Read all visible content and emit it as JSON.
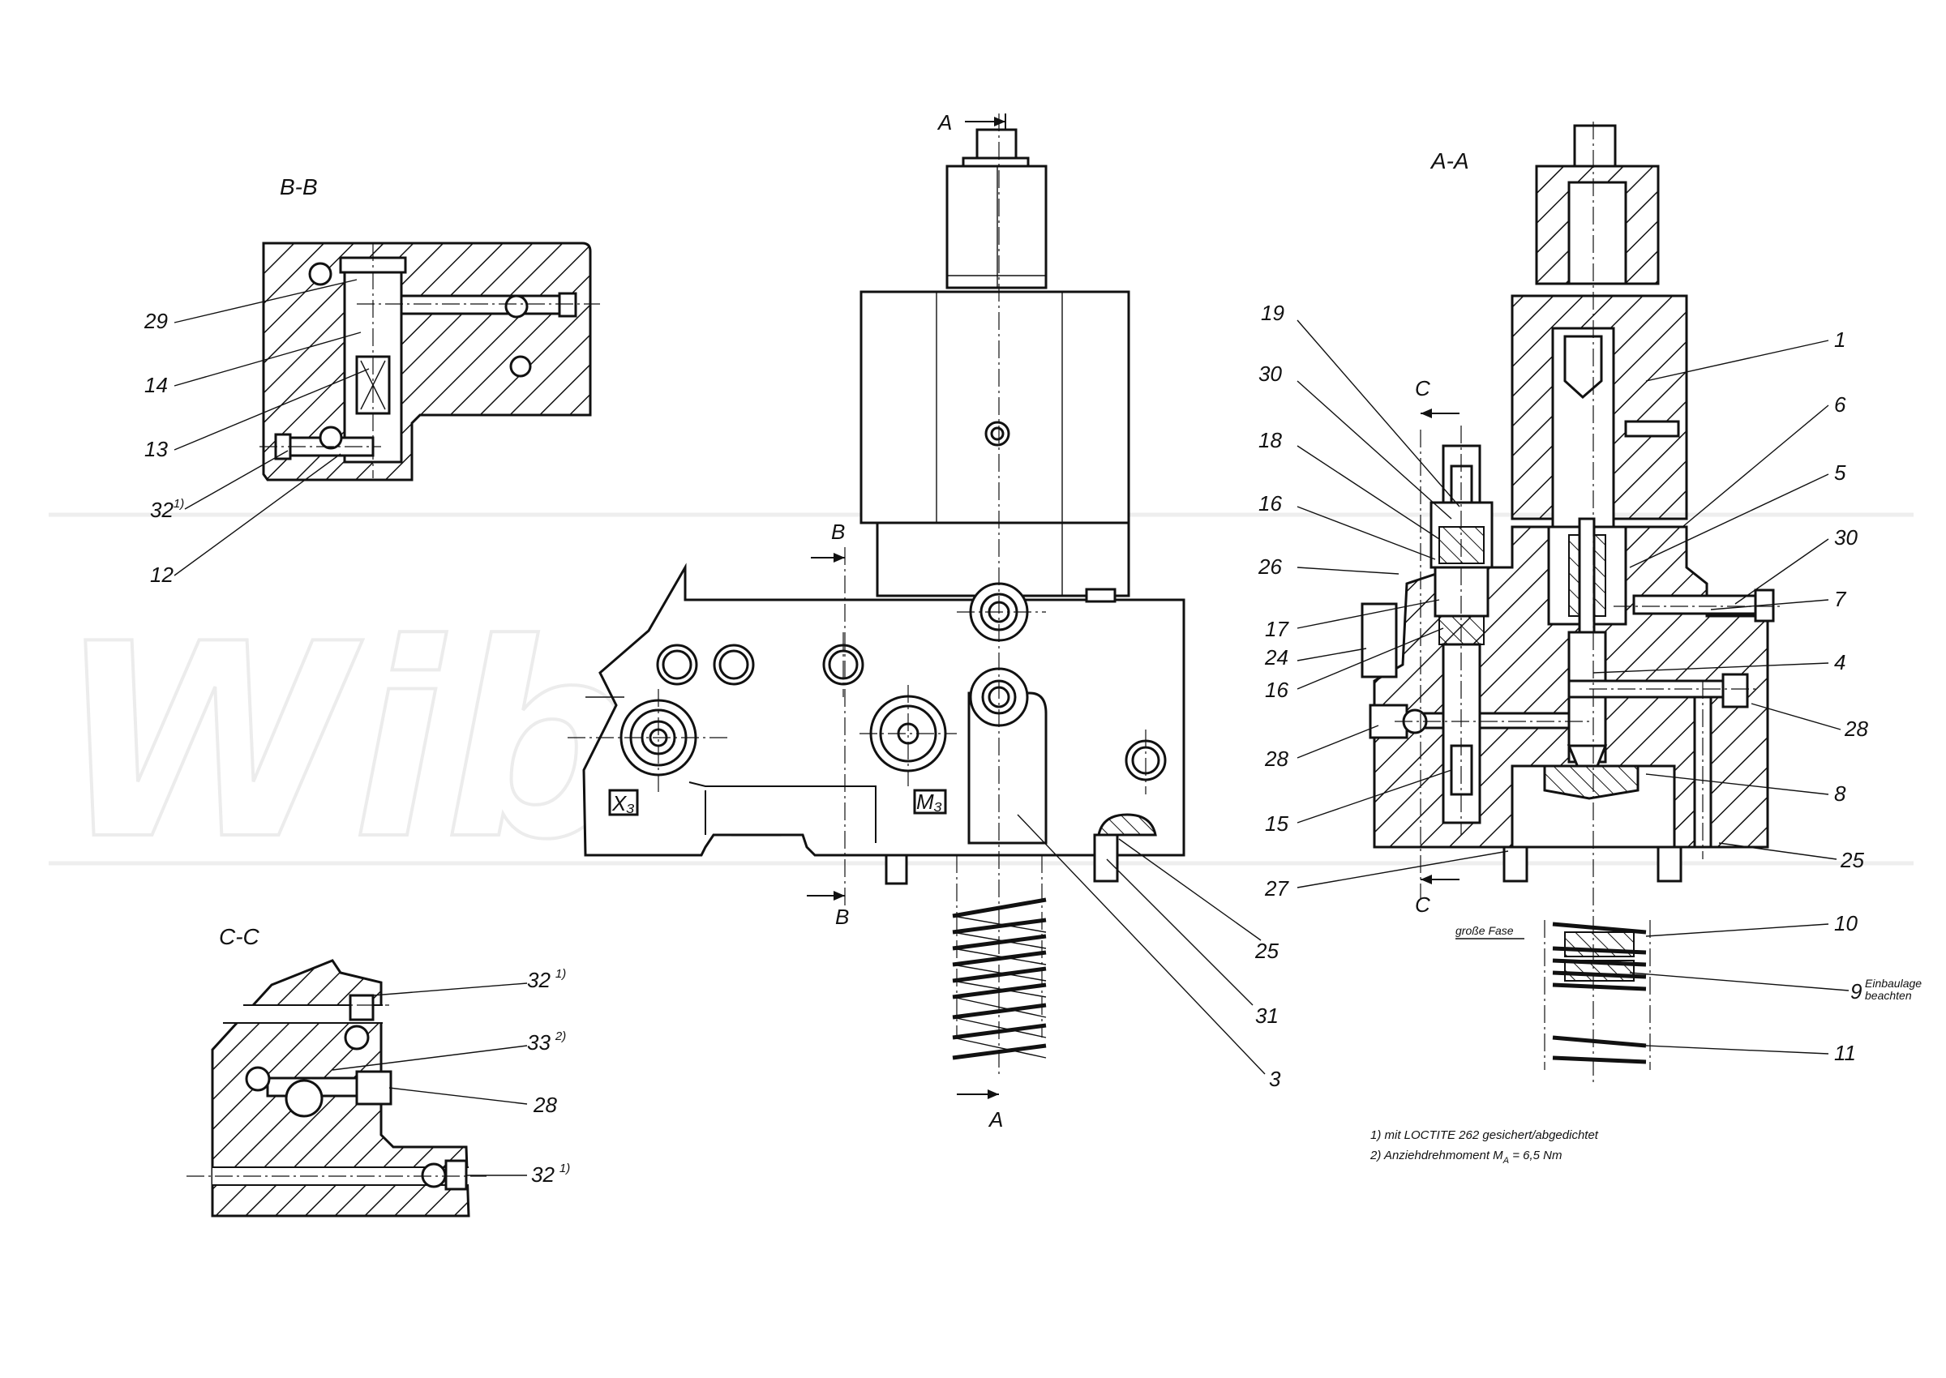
{
  "watermark": "Wibako",
  "views": {
    "bb": "B-B",
    "cc": "C-C",
    "aa": "A-A"
  },
  "section_marks": {
    "a": "A",
    "b": "B",
    "c": "C"
  },
  "port_labels": {
    "x3": "X₃",
    "m3": "M₃"
  },
  "callouts_bb": [
    "29",
    "14",
    "13",
    "32",
    "12"
  ],
  "callouts_cc": [
    "32",
    "33",
    "28",
    "32"
  ],
  "callouts_main": [
    "3",
    "25",
    "31"
  ],
  "callouts_aa_left": [
    "19",
    "30",
    "18",
    "16",
    "26",
    "17",
    "24",
    "16",
    "28",
    "15",
    "27"
  ],
  "callouts_aa_right": [
    "1",
    "6",
    "5",
    "30",
    "7",
    "4",
    "28",
    "8",
    "25"
  ],
  "callouts_spring": [
    "10",
    "9",
    "11"
  ],
  "footnote_marks": {
    "one": "1)",
    "two": "2)"
  },
  "spring_notes": {
    "grosse_fase": "große Fase",
    "einbaulage_1": "Einbaulage",
    "einbaulage_2": "beachten"
  },
  "notes": {
    "note1": "1) mit LOCTITE 262 gesichert/abgedichtet",
    "note2": "2) Anziehdrehmoment M",
    "note2_sub": "A",
    "note2_tail": " = 6,5 Nm"
  },
  "colors": {
    "line": "#111111",
    "paper": "#ffffff",
    "watermark": "#ececec"
  }
}
